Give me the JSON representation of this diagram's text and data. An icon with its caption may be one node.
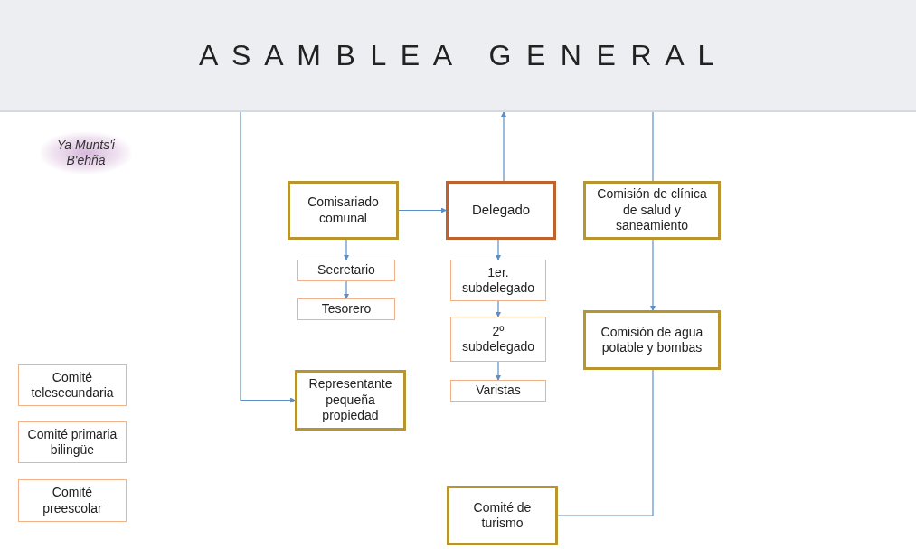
{
  "diagram": {
    "nodes": [
      {
        "text": [
          "A S A M B L E A   G E N E R A L"
        ]
      },
      {
        "text": [
          "Ya Munts'i B'ehña"
        ]
      },
      {
        "text": [
          "Comisariado comunal"
        ]
      },
      {
        "text": [
          "Delegado"
        ]
      },
      {
        "text": [
          "Comisión de clínica de salud y saneamiento"
        ]
      },
      {
        "text": [
          "Secretario"
        ]
      },
      {
        "text": [
          "Tesorero"
        ]
      },
      {
        "text": [
          "1er. subdelegado"
        ]
      },
      {
        "text": [
          "2º subdelegado"
        ]
      },
      {
        "text": [
          "Varistas"
        ]
      },
      {
        "text": [
          "Comisión de agua potable y bombas"
        ]
      },
      {
        "text": [
          "Representante pequeña propiedad"
        ]
      },
      {
        "text": [
          "Comité de turismo"
        ]
      },
      {
        "text": [
          "Comité telesecundaria"
        ]
      },
      {
        "text": [
          "Comité primaria bilingüe"
        ]
      },
      {
        "text": [
          "Comité preescolar"
        ]
      }
    ],
    "edges": [
      {
        "from": 0,
        "to": 11,
        "arrow": "to"
      },
      {
        "from": 3,
        "to": 0,
        "arrow": "to"
      },
      {
        "from": 0,
        "to": 4,
        "arrow": "none"
      },
      {
        "from": 2,
        "to": 3,
        "arrow": "to"
      },
      {
        "from": 2,
        "to": 5,
        "arrow": "to"
      },
      {
        "from": 5,
        "to": 6,
        "arrow": "to"
      },
      {
        "from": 3,
        "to": 7,
        "arrow": "to"
      },
      {
        "from": 7,
        "to": 8,
        "arrow": "to"
      },
      {
        "from": 8,
        "to": 9,
        "arrow": "to"
      },
      {
        "from": 4,
        "to": 10,
        "arrow": "to"
      },
      {
        "from": 10,
        "to": 12,
        "arrow": "none"
      }
    ]
  }
}
